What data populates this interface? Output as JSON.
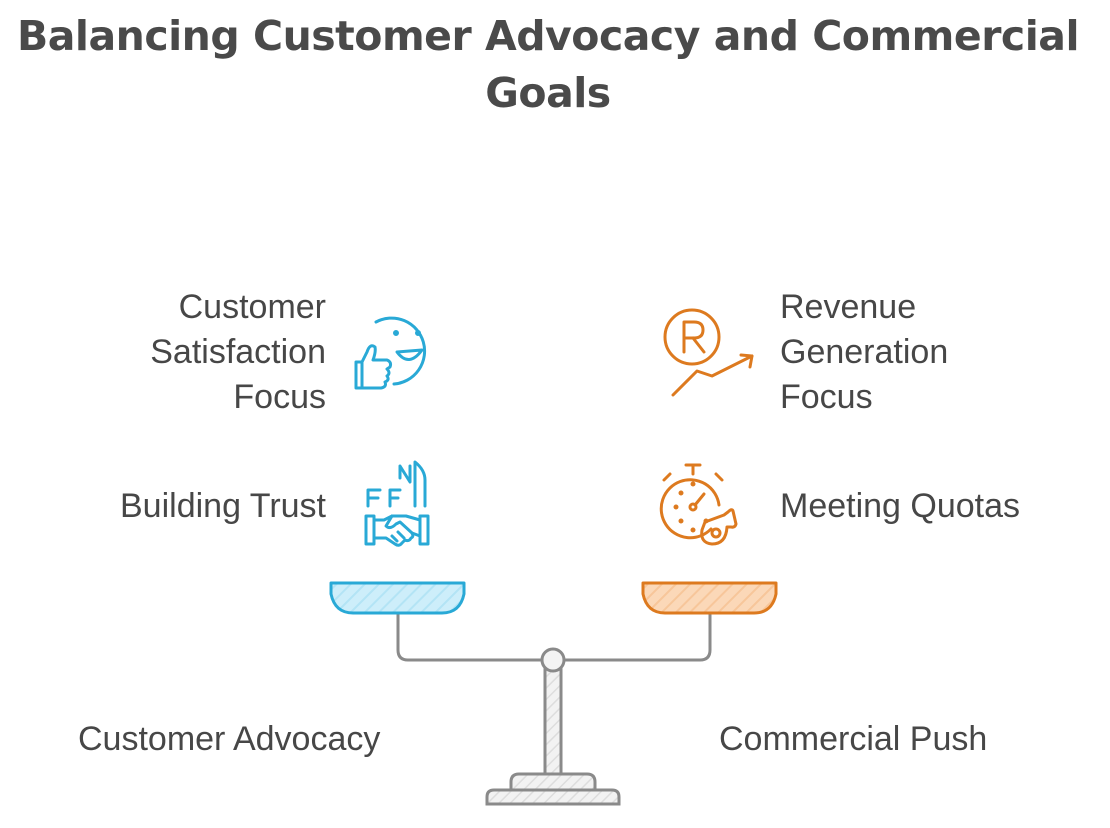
{
  "title": {
    "line1": "Balancing Customer Advocacy and Commercial",
    "line2": "Goals"
  },
  "left_side": {
    "color": "#29a9d6",
    "fill_color": "#cdeefa",
    "items": [
      {
        "lines": [
          "Customer",
          "Satisfaction",
          "Focus"
        ],
        "icon": "smiley-thumbs-up-icon"
      },
      {
        "lines": [
          "Building Trust"
        ],
        "icon": "handshake-building-icon"
      }
    ],
    "base_label": "Customer Advocacy"
  },
  "right_side": {
    "color": "#dd7a1f",
    "fill_color": "#fbd8b8",
    "items": [
      {
        "lines": [
          "Revenue",
          "Generation",
          "Focus"
        ],
        "icon": "revenue-growth-icon"
      },
      {
        "lines": [
          "Meeting Quotas"
        ],
        "icon": "stopwatch-whistle-icon"
      }
    ],
    "base_label": "Commercial Push"
  },
  "scale_color": "#8a8a8a"
}
